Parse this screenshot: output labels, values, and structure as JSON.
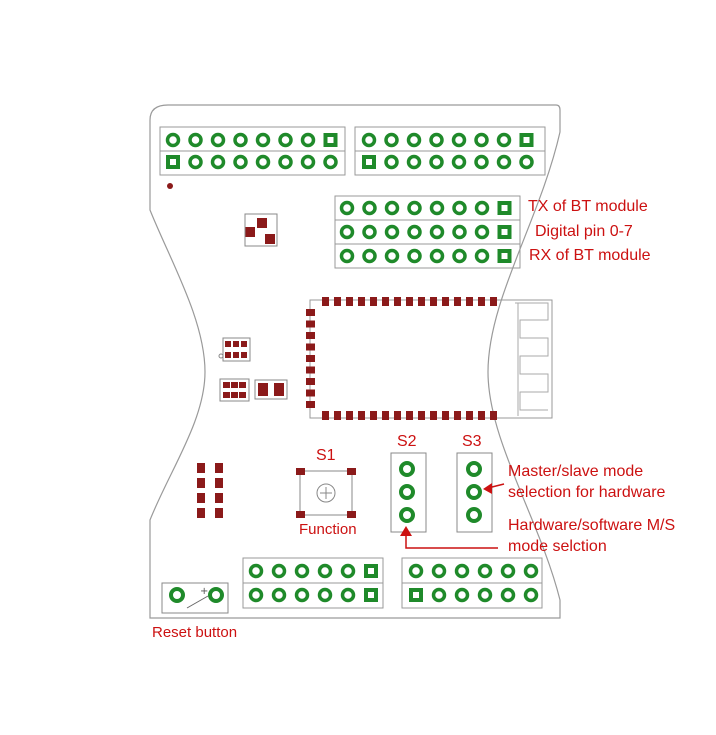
{
  "colors": {
    "annotation": "#cc1111",
    "pad_green": "#1f8a2a",
    "smd_pad": "#8b1a1a",
    "silkscreen": "#555555",
    "outline": "#9a9a9a"
  },
  "headers": {
    "top_left_pins": 8,
    "top_right_pins": 8,
    "bt_pins": 8,
    "bottom_left_pins": 6,
    "bottom_right_pins": 6
  },
  "labels": {
    "tx": "TX of BT module",
    "digital": "Digital pin 0-7",
    "rx": "RX of BT module",
    "s1": "S1",
    "s2": "S2",
    "s3": "S3",
    "function": "Function",
    "master_slave_l1": "Master/slave mode",
    "master_slave_l2": "selection for hardware",
    "hw_sw_l1": "Hardware/software M/S",
    "hw_sw_l2": "mode selction",
    "reset": "Reset button"
  }
}
